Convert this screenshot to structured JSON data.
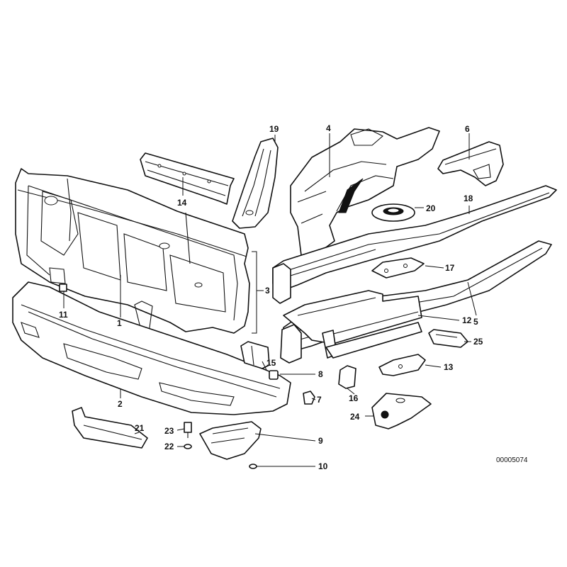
{
  "callouts": [
    "1",
    "2",
    "3",
    "4",
    "5",
    "6",
    "7",
    "8",
    "9",
    "10",
    "11",
    "12",
    "13",
    "14",
    "15",
    "16",
    "17",
    "18",
    "19",
    "20",
    "21",
    "22",
    "23",
    "24",
    "25"
  ],
  "drawing_number": "00005074"
}
